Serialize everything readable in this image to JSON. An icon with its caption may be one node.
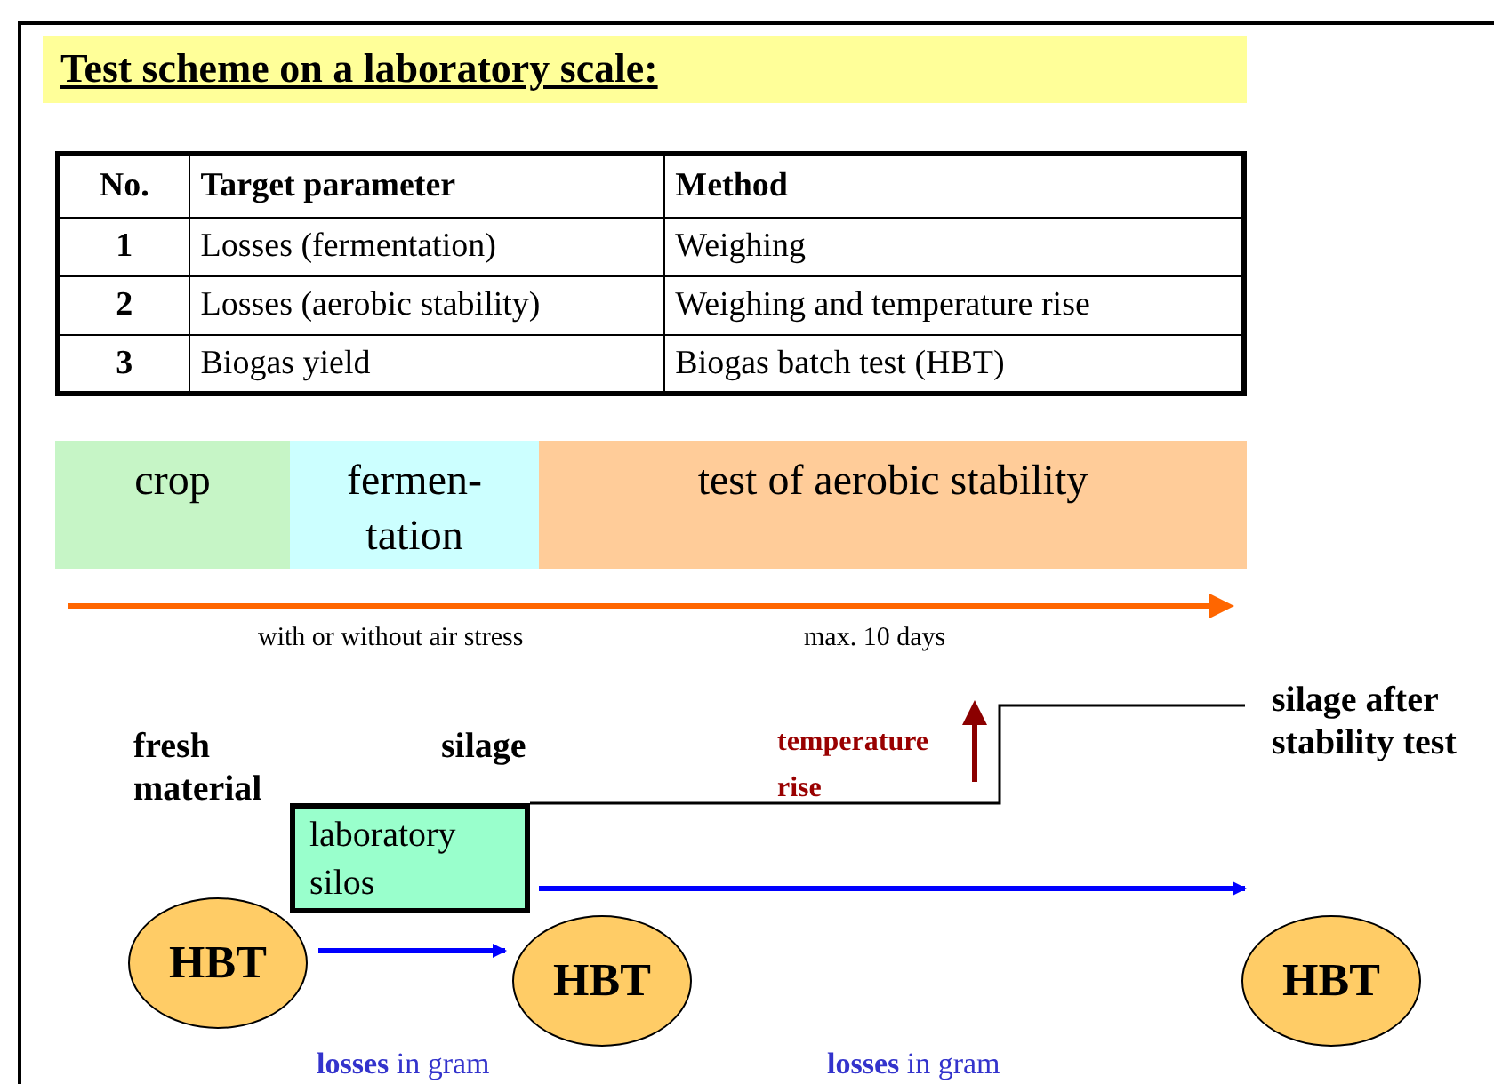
{
  "diagram": {
    "title": "Test scheme on a laboratory scale:",
    "nodes": [
      {
        "text": [
          "crop"
        ]
      },
      {
        "text": [
          "fermen- tation"
        ]
      },
      {
        "text": [
          "test of aerobic stability"
        ]
      },
      {
        "text": [
          "fresh material"
        ]
      },
      {
        "text": [
          "silage"
        ]
      },
      {
        "text": [
          "laboratory silos"
        ]
      },
      {
        "text": [
          "temperature rise"
        ]
      },
      {
        "text": [
          "silage after stability test"
        ]
      },
      {
        "text": [
          "HBT"
        ]
      },
      {
        "text": [
          "HBT"
        ]
      },
      {
        "text": [
          "HBT"
        ]
      }
    ],
    "edges": [
      {
        "from": 5,
        "to": 7,
        "arrow": "none",
        "color": "#000000"
      },
      {
        "from": 5,
        "to": 10,
        "arrow": "to"
      },
      {
        "from": 8,
        "to": 9,
        "arrow": "to"
      }
    ],
    "labels": [
      "No.",
      "Target parameter",
      "Method",
      "1",
      "Losses (fermentation)",
      "Weighing",
      "2",
      "Losses (aerobic stability)",
      "Weighing and temperature rise",
      "3",
      "Biogas yield",
      "Biogas batch test (HBT)",
      "with or without air stress",
      "max. 10 days",
      "**losses** in gram",
      "**losses** in gram"
    ]
  }
}
